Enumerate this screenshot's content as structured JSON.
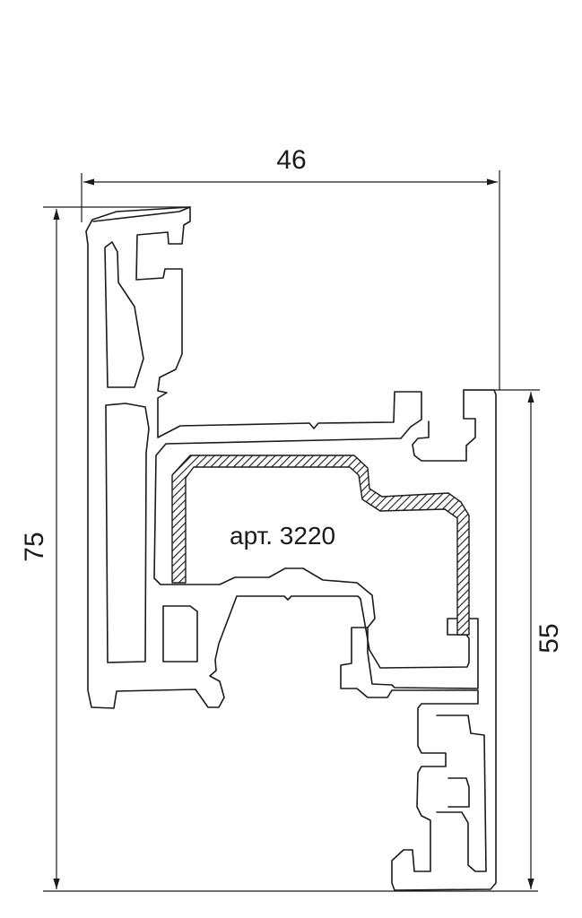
{
  "dimensions": {
    "width": "46",
    "height_left": "75",
    "height_right": "55"
  },
  "insert_label": "арт. 3220",
  "colors": {
    "line": "#1a1a1a",
    "background": "#ffffff"
  }
}
